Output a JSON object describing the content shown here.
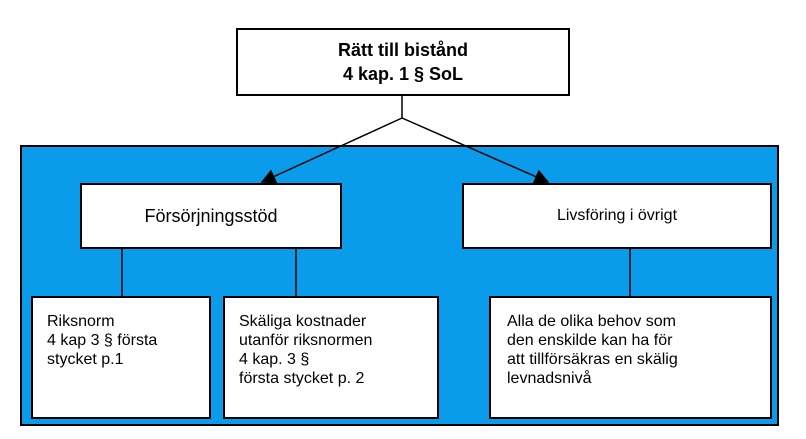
{
  "colors": {
    "panel_fill": "#0a9bea",
    "box_fill": "#ffffff",
    "line": "#000000"
  },
  "root": {
    "line1": "Rätt till bistånd",
    "line2": "4 kap. 1 § SoL"
  },
  "branches": [
    {
      "label": "Försörjningsstöd"
    },
    {
      "label": "Livsföring i övrigt"
    }
  ],
  "leaves": [
    {
      "lines": [
        "Riksnorm",
        "4 kap 3 § första",
        "stycket p.1"
      ]
    },
    {
      "lines": [
        "Skäliga kostnader",
        "utanför riksnormen",
        "4 kap. 3 §",
        "första stycket p. 2"
      ]
    },
    {
      "lines": [
        "Alla de olika behov som",
        "den enskilde kan ha för",
        "att tillförsäkras en skälig",
        "levnadsnivå"
      ]
    }
  ]
}
